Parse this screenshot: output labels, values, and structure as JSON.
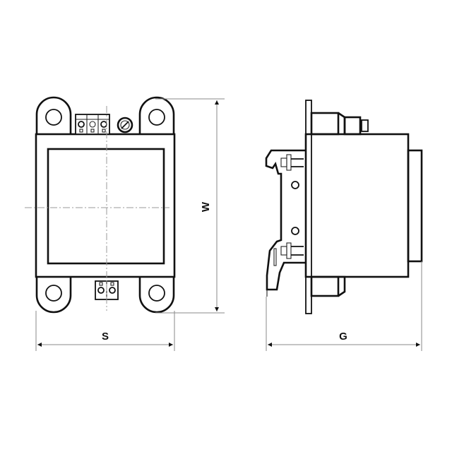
{
  "drawing": {
    "title": "Transformer dimensional drawing",
    "views": [
      {
        "name": "front-view",
        "description": "Front view of transformer with mounting ears, terminal blocks and fuse holder"
      },
      {
        "name": "side-view",
        "description": "Side view of transformer with DIN-rail mounting clip"
      }
    ]
  },
  "dimensions": {
    "width_label": "S",
    "height_label": "W",
    "depth_label": "G"
  },
  "colors": {
    "line": "#111111",
    "dimension_line": "#8a8a8a",
    "centerline": "#9a9a9a",
    "background": "#ffffff"
  }
}
